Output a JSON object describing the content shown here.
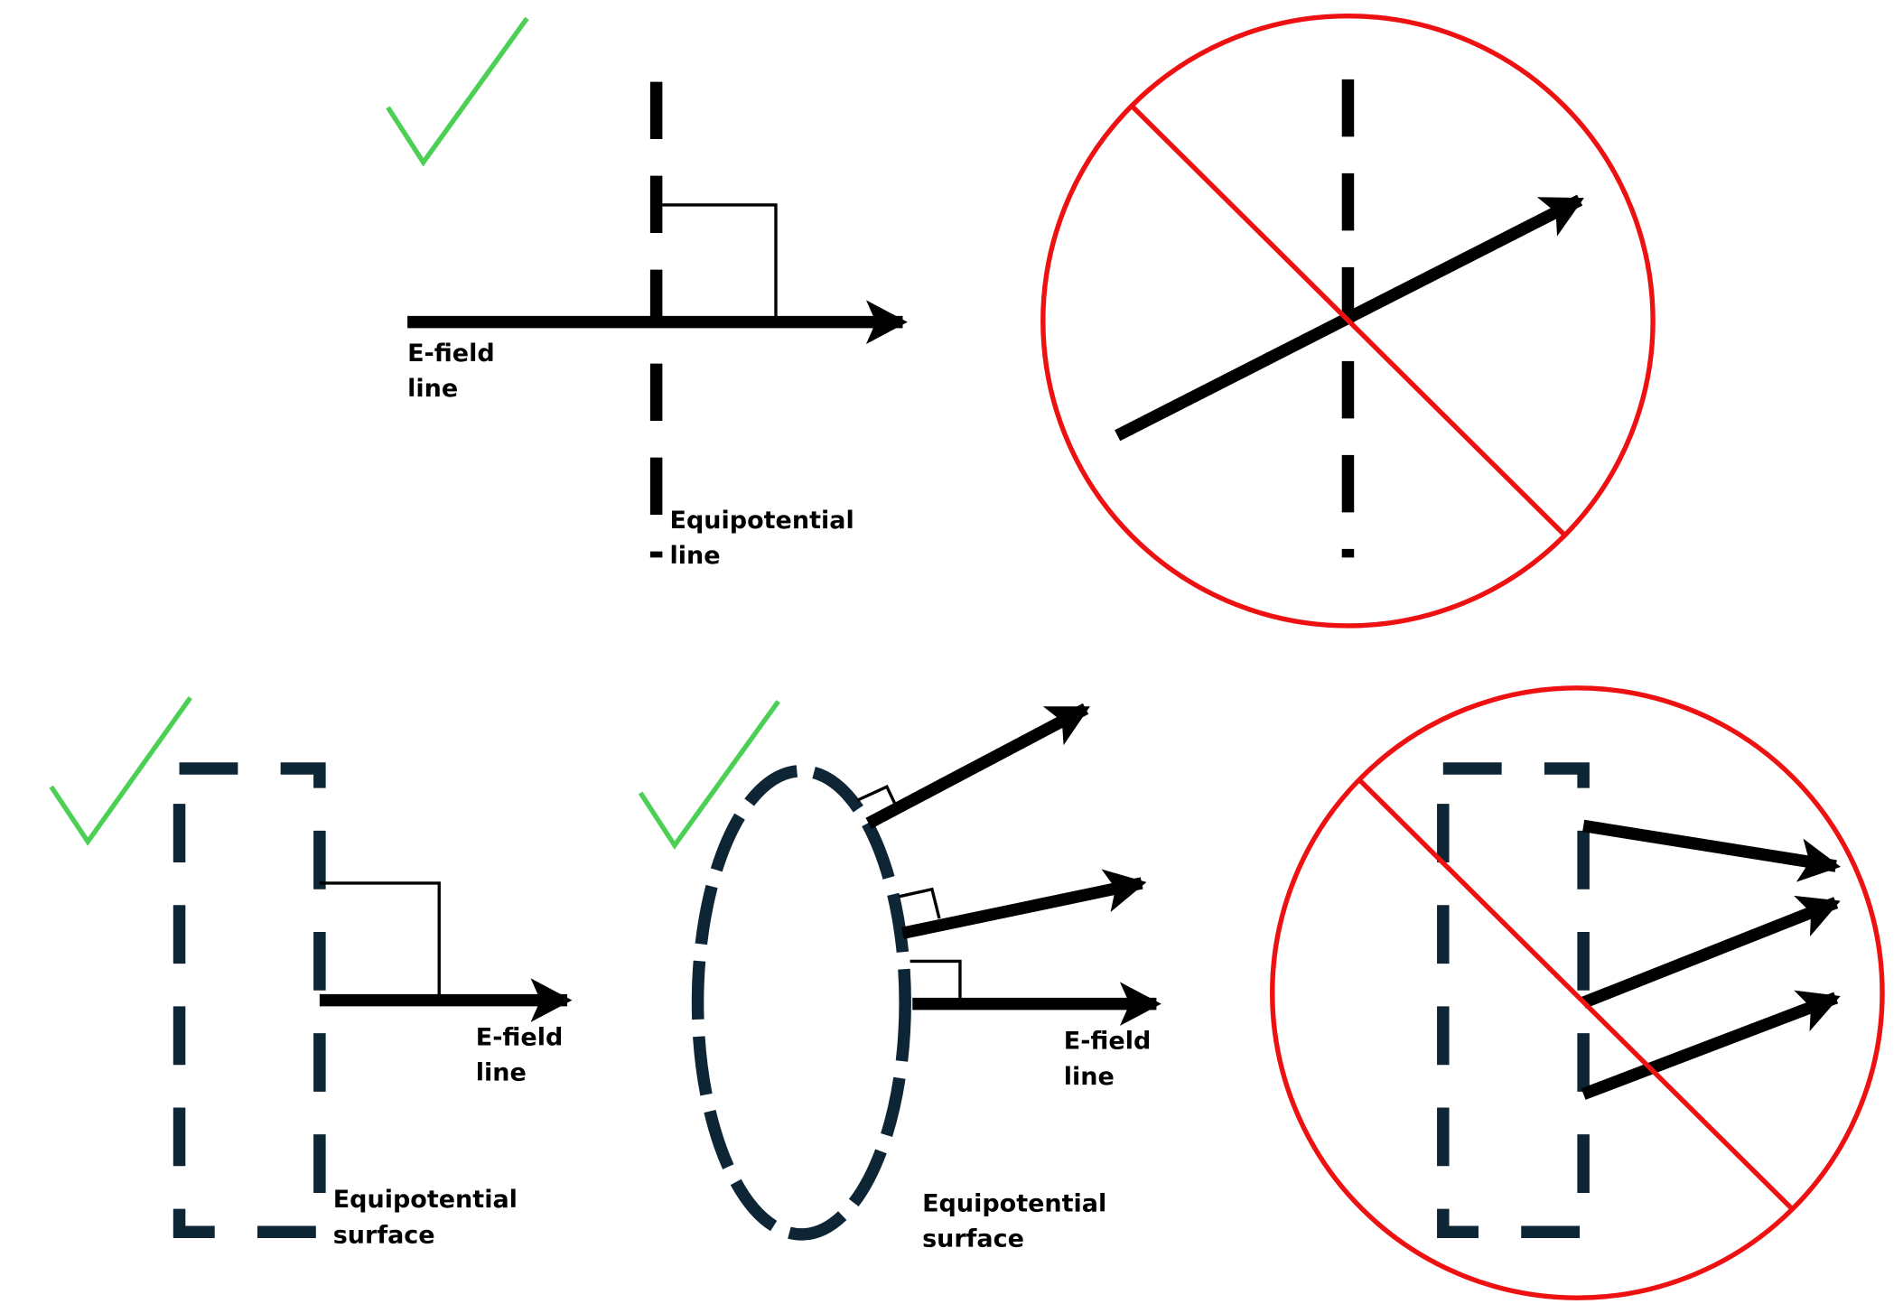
{
  "labels": {
    "efield_line_1": "E-field",
    "efield_line_2": "line",
    "equip_line_1": "Equipotential",
    "equip_line_2": "line",
    "equip_surface_1": "Equipotential",
    "equip_surface_2": "surface"
  },
  "colors": {
    "correct": "#4ccf55",
    "incorrect": "#ee1111",
    "surface": "#0d2535",
    "field": "#000000"
  }
}
